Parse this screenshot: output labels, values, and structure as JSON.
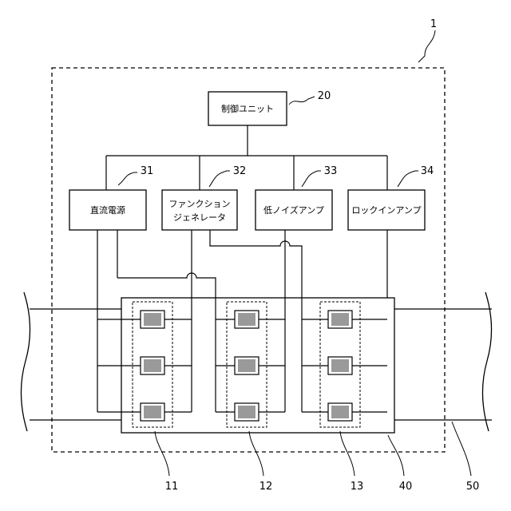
{
  "ref_labels": {
    "system": "1",
    "control_unit": "20",
    "dc_power": "31",
    "function_generator": "32",
    "low_noise_amp": "33",
    "lockin_amp": "34",
    "array_11": "11",
    "array_12": "12",
    "array_13": "13",
    "board": "40",
    "pipe": "50"
  },
  "boxes": {
    "control_unit": "制御ユニット",
    "dc_power": "直流電源",
    "function_generator_line1": "ファンクション",
    "function_generator_line2": "ジェネレータ",
    "low_noise_amp": "低ノイズアンプ",
    "lockin_amp": "ロックインアンプ"
  }
}
